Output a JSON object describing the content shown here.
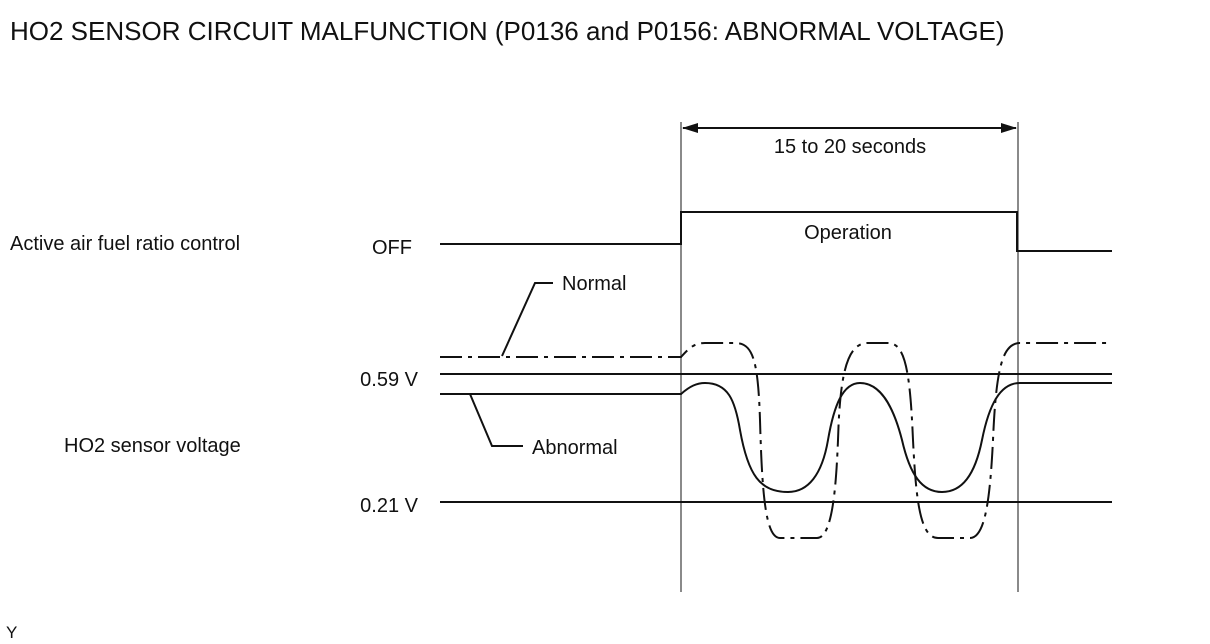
{
  "title": "HO2 SENSOR CIRCUIT MALFUNCTION (P0136 and P0156: ABNORMAL VOLTAGE)",
  "duration_label": "15 to 20 seconds",
  "signals": {
    "active_control": {
      "label": "Active air fuel ratio control",
      "off_label": "OFF",
      "on_label": "Operation"
    },
    "sensor_voltage": {
      "label": "HO2 sensor voltage",
      "upper_threshold": "0.59 V",
      "lower_threshold": "0.21 V",
      "normal_label": "Normal",
      "abnormal_label": "Abnormal"
    }
  },
  "footer_code": "Y"
}
